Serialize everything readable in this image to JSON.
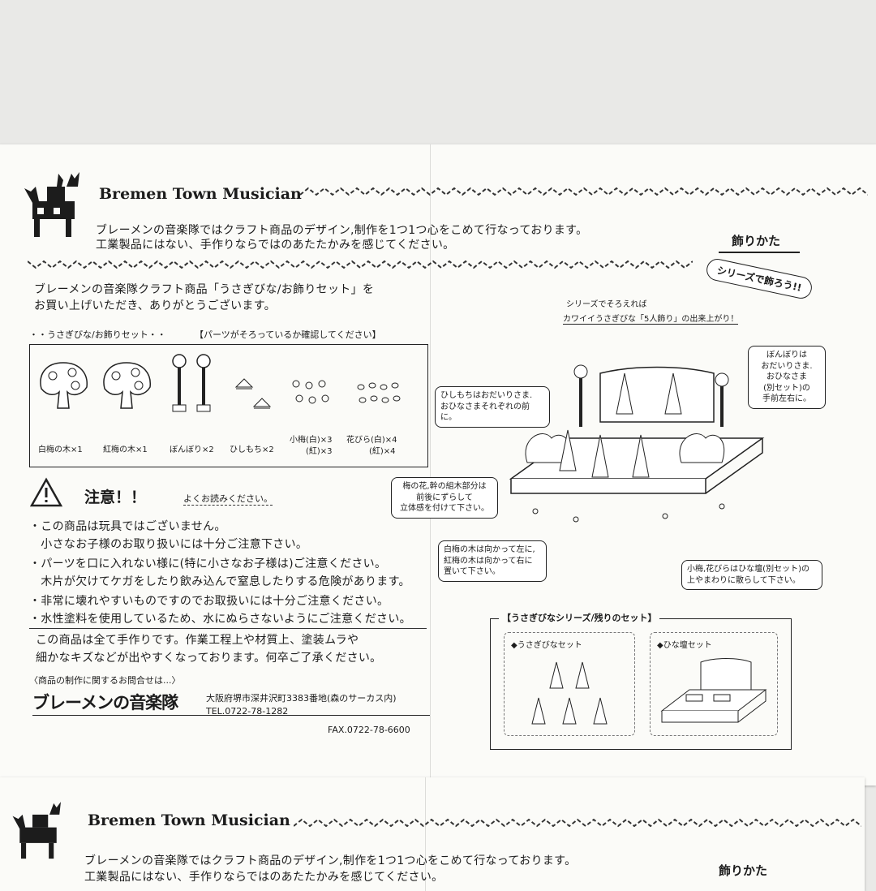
{
  "brand": "Bremen Town Musician",
  "intro": {
    "line1": "ブレーメンの音楽隊ではクラフト商品のデザイン,制作を1つ1つ心をこめて行なっております。",
    "line2": "工業製品にはない、手作りならではのあたたかみを感じてください。"
  },
  "thanks": {
    "line1": "ブレーメンの音楽隊クラフト商品「うさぎびな/お飾りセット」を",
    "line2": "お買い上げいただき、ありがとうございます。"
  },
  "parts": {
    "title": "・・うさぎびな/お飾りセット・・",
    "check": "【パーツがそろっているか確認してください】",
    "items": [
      {
        "label": "白梅の木×1"
      },
      {
        "label": "紅梅の木×1"
      },
      {
        "label": "ぼんぼり×2"
      },
      {
        "label": "ひしもち×2"
      },
      {
        "label": "小梅(白)×3",
        "label2": "(紅)×3"
      },
      {
        "label": "花びら(白)×4",
        "label2": "(紅)×4"
      }
    ]
  },
  "caution": {
    "title": "注意！！",
    "subtitle": "よくお読みください。",
    "lines": [
      "・この商品は玩具ではございません。",
      "　小さなお子様のお取り扱いには十分ご注意下さい。",
      "・パーツを口に入れない様に(特に小さなお子様は)ご注意ください。",
      "　木片が欠けてケガをしたり飲み込んで窒息したりする危険があります。",
      "・非常に壊れやすいものですのでお取扱いには十分ご注意ください。",
      "・水性塗料を使用しているため、水にぬらさないようにご注意ください。"
    ],
    "handmade1": "この商品は全て手作りです。作業工程上や材質上、塗装ムラや",
    "handmade2": "細かなキズなどが出やすくなっております。何卒ご了承ください。"
  },
  "contact": {
    "lead": "〈商品の制作に関するお問合せは...〉",
    "company": "ブレーメンの音楽隊",
    "address": "大阪府堺市深井沢町3383番地(森のサーカス内)",
    "tel": "TEL.0722-78-1282",
    "fax": "FAX.0722-78-6600"
  },
  "decoration": {
    "title": "飾りかた",
    "series_tag": "シリーズで飾ろう!!",
    "series_note1": "シリーズでそろえれば",
    "series_note2": "カワイイうさぎびな「5人飾り」の出来上がり！",
    "callouts": {
      "bonbori": [
        "ぼんぼりは",
        "おだいりさま.",
        "おひなさま",
        "(別セット)の",
        "手前左右に。"
      ],
      "hishimochi": [
        "ひしもちはおだいりさま.",
        "おひなさまそれぞれの前に。"
      ],
      "ume": [
        "梅の花,幹の組木部分は",
        "前後にずらして",
        "立体感を付けて下さい。"
      ],
      "trees": [
        "白梅の木は向かって左に,",
        "紅梅の木は向かって右に",
        "置いて下さい。"
      ],
      "petals": [
        "小梅,花びらはひな壇(別セット)の",
        "上やまわりに散らして下さい。"
      ]
    },
    "remaining_title": "【うさぎびなシリーズ/残りのセット】",
    "set1": "◆うさぎびなセット",
    "set2": "◆ひな壇セット"
  },
  "bottom_sheet": {
    "brand": "Bremen Town Musician",
    "line1": "ブレーメンの音楽隊ではクラフト商品のデザイン,制作を1つ1つ心をこめて行なっております。",
    "line2": "工業製品にはない、手作りならではのあたたかみを感じてください。",
    "title": "飾りかた"
  }
}
